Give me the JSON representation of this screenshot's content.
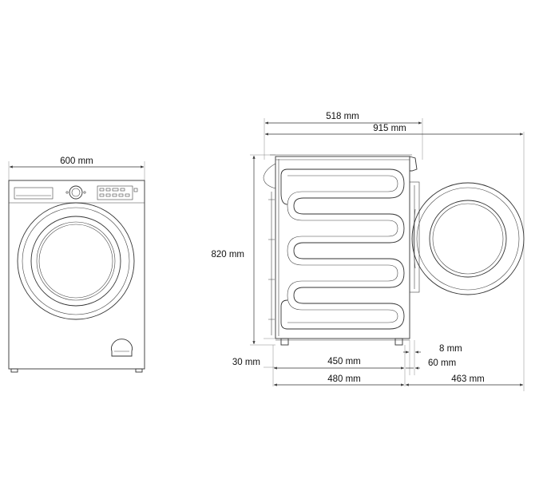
{
  "front_view": {
    "width_label": "600 mm"
  },
  "side_view": {
    "depth_label": "518 mm",
    "open_door_depth_label": "915 mm",
    "height_label": "820 mm",
    "feet_height_label": "30 mm",
    "body_depth_label": "450 mm",
    "total_depth_label": "480 mm",
    "door_offset_label": "8 mm",
    "door_thickness_label": "60 mm",
    "door_open_label": "463 mm"
  },
  "colors": {
    "line": "#333333",
    "text": "#111111",
    "background": "#ffffff"
  }
}
